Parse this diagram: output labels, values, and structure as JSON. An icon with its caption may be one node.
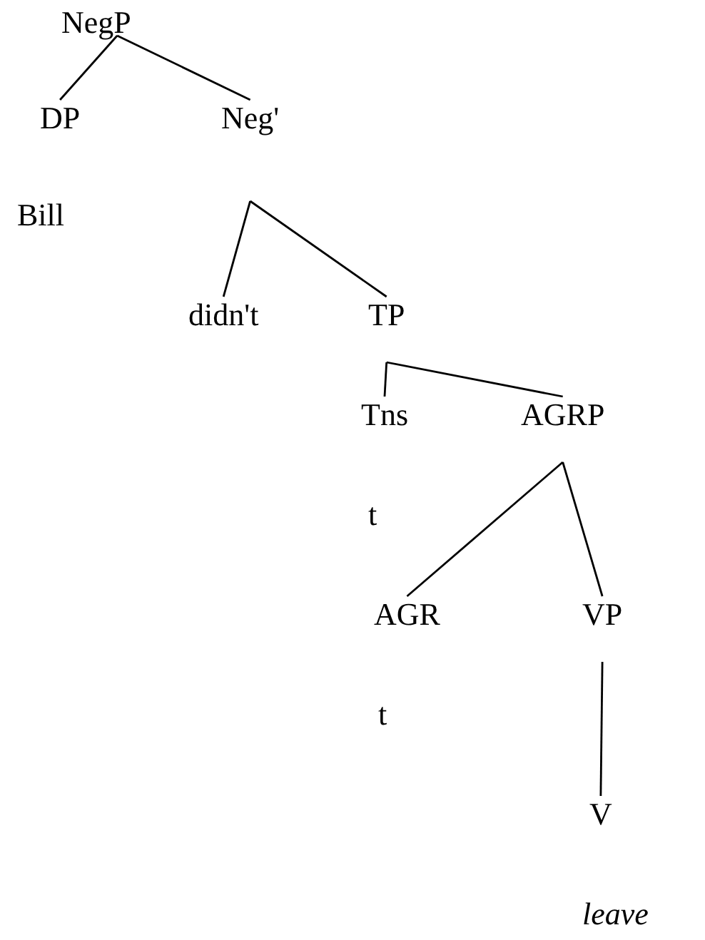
{
  "diagram": {
    "nodes": [
      {
        "text": [
          "NegP"
        ]
      },
      {
        "text": [
          "DP"
        ]
      },
      {
        "text": [
          "Neg'"
        ]
      },
      {
        "text": [
          "didn't"
        ]
      },
      {
        "text": [
          "TP"
        ]
      },
      {
        "text": [
          "Tns"
        ]
      },
      {
        "text": [
          "AGRP"
        ]
      },
      {
        "text": [
          "AGR"
        ]
      },
      {
        "text": [
          "VP"
        ]
      },
      {
        "text": [
          "V"
        ]
      }
    ],
    "edges": [
      {
        "from": 0,
        "to": 1,
        "arrow": "none"
      },
      {
        "from": 0,
        "to": 2,
        "arrow": "none"
      },
      {
        "from": 2,
        "to": 3,
        "arrow": "none"
      },
      {
        "from": 2,
        "to": 4,
        "arrow": "none"
      },
      {
        "from": 4,
        "to": 5,
        "arrow": "none"
      },
      {
        "from": 4,
        "to": 6,
        "arrow": "none"
      },
      {
        "from": 6,
        "to": 7,
        "arrow": "none"
      },
      {
        "from": 6,
        "to": 8,
        "arrow": "none"
      },
      {
        "from": 8,
        "to": 9,
        "arrow": "none"
      }
    ],
    "labels": [
      "Bill",
      "t",
      "t",
      "leave"
    ]
  }
}
